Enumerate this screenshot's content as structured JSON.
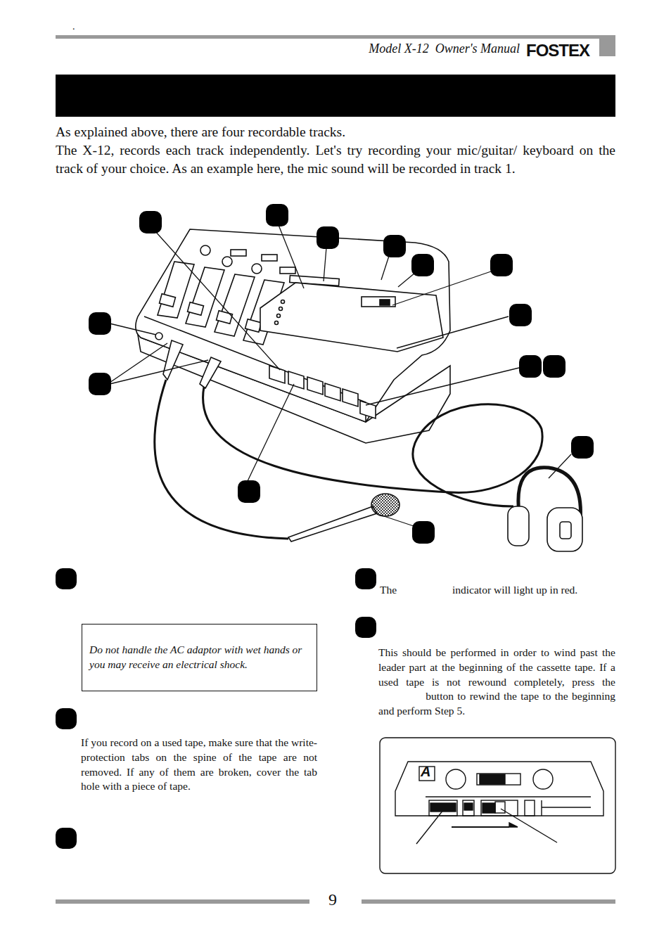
{
  "diagram": {
    "nodes": [
      {
        "text": [
          "Do not handle the AC adaptor with wet hands or you may receive an electrical shock."
        ]
      }
    ],
    "labels": [
      ".",
      "Model X-12  Owner's Manual",
      "FOSTEX",
      "As explained above, there are four recordable tracks.",
      "The X-12, records each track independently.  Let's try recording your mic/guitar/ keyboard on the track of your choice.  As an example here, the mic sound will be recorded in track 1.",
      "The",
      "indicator will light up in red.",
      "If you record on a used tape, make sure that the write-protection tabs on the spine of the tape are not removed.  If any of them are broken, cover the tab hole with a piece of tape.",
      "This should be performed in order to wind past the leader part at the beginning of the cassette tape.  If a used tape is not rewound completely, press the",
      "button to rewind the tape to the beginning and perform Step 5.",
      "A",
      "9"
    ]
  }
}
